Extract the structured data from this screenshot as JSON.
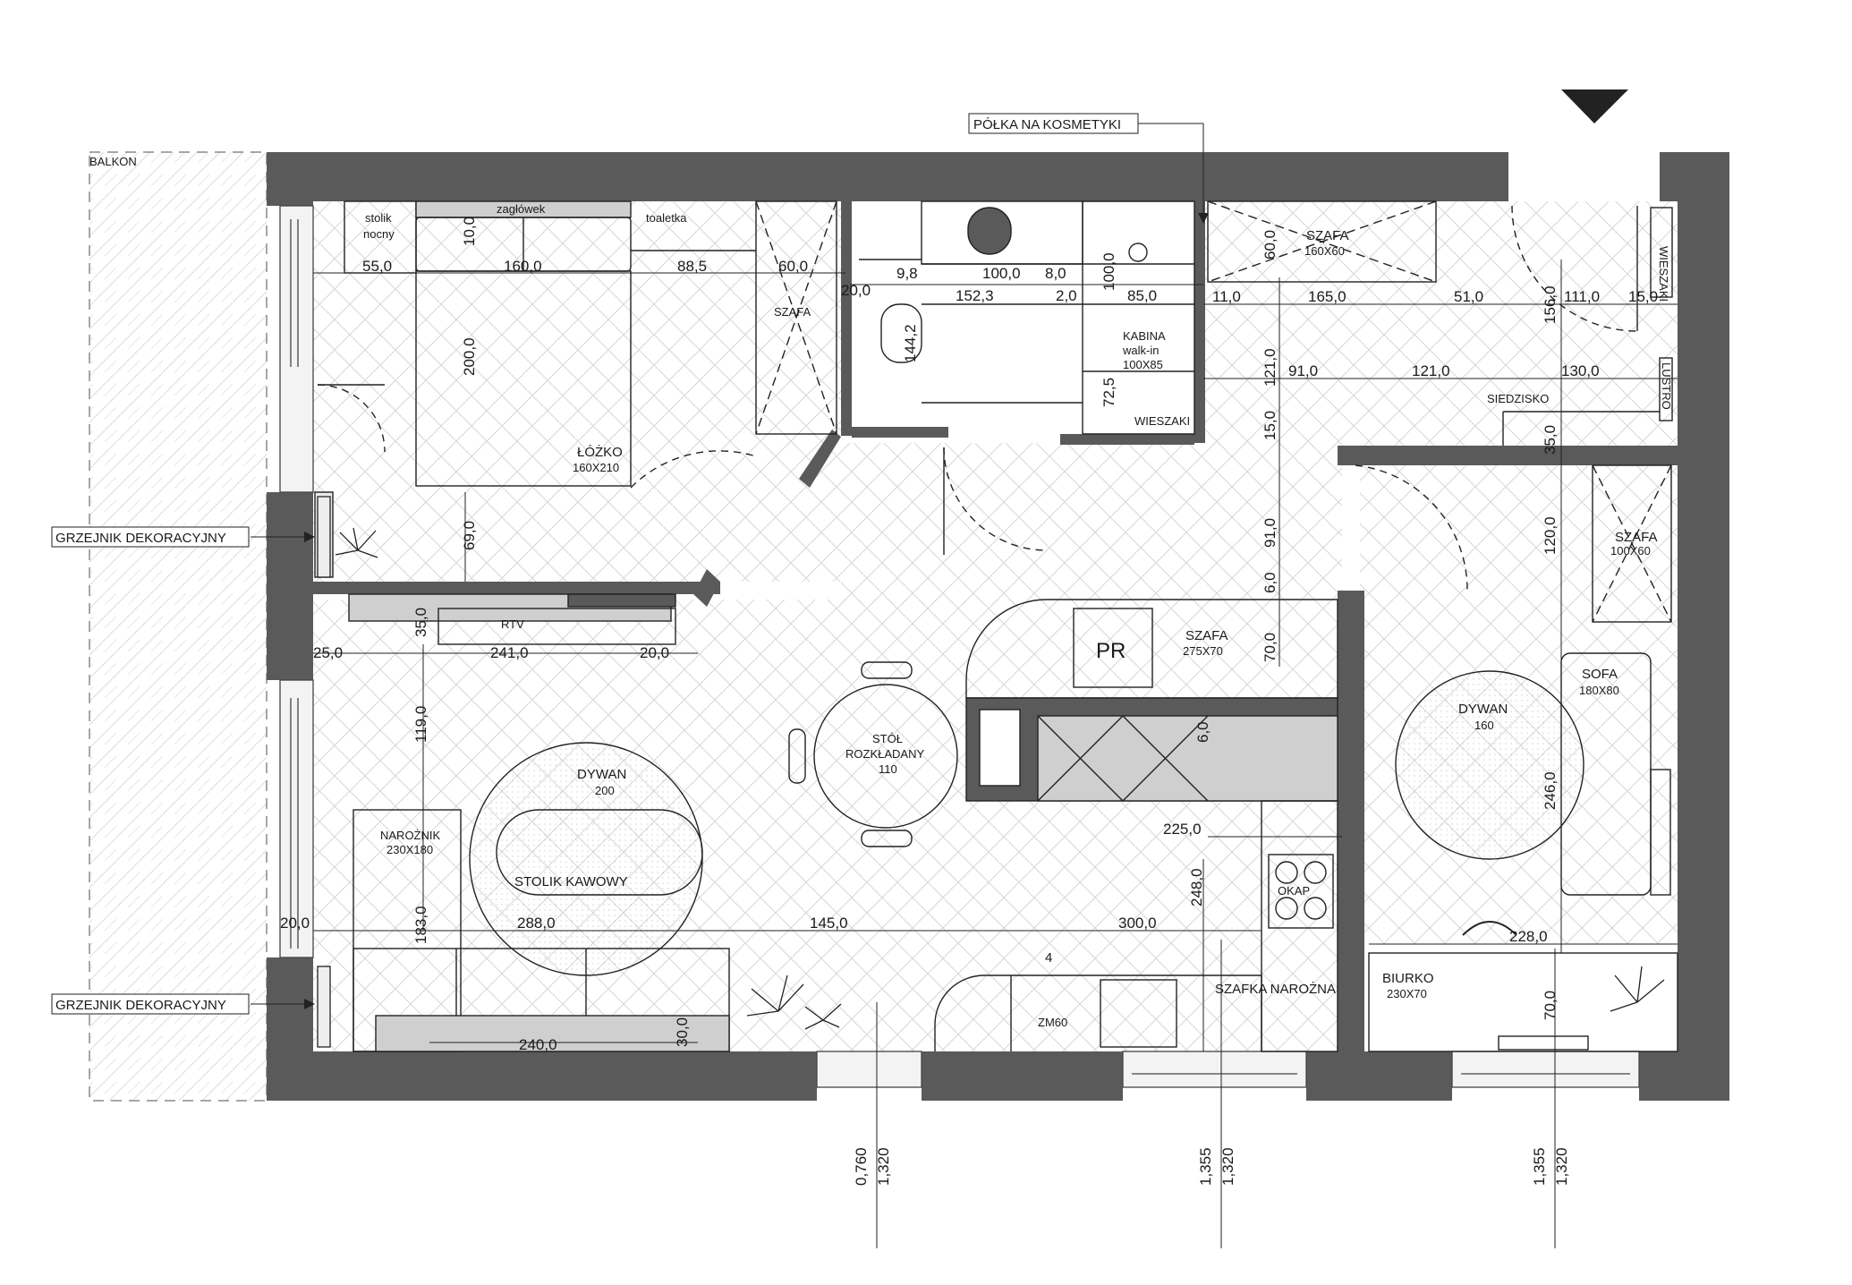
{
  "colors": {
    "wall": "#5a5a5a",
    "furniture_fill": "#cfcfcf",
    "window": "#e8e8e8",
    "line": "#222222"
  },
  "icons": {
    "north": "north-arrow-icon",
    "plant": "plant-icon"
  },
  "labels": {
    "balkon": "BALKON",
    "polka": "PÓŁKA NA KOSMETYKI",
    "grzejnik_top": "GRZEJNIK DEKORACYJNY",
    "grzejnik_bottom": "GRZEJNIK DEKORACYJNY",
    "stolik_nocny_1": "stolik",
    "stolik_nocny_2": "nocny",
    "zaglowek": "zagłówek",
    "toaletka": "toaletka",
    "szafa_bedroom": "SZAFA",
    "lozko_1": "ŁÓŻKO",
    "lozko_2": "160X210",
    "kabina_1": "KABINA",
    "kabina_2": "walk-in",
    "kabina_3": "100X85",
    "wieszaki_bath": "WIESZAKI",
    "szafa_hall_1": "SZAFA",
    "szafa_hall_2": "160X60",
    "wieszaki_hall": "WIESZAKI",
    "lustro": "LUSTRO",
    "siedzisko": "SIEDZISKO",
    "szafa_r_1": "SZAFA",
    "szafa_r_2": "100X60",
    "rtv": "RTV",
    "pr": "PR",
    "szafa_k_1": "SZAFA",
    "szafa_k_2": "275X70",
    "stol_1": "STÓŁ",
    "stol_2": "ROZKŁADANY",
    "stol_3": "110",
    "dywan_l_1": "DYWAN",
    "dywan_l_2": "200",
    "naroznik_1": "NAROŻNIK",
    "naroznik_2": "230X180",
    "stolik_kawowy": "STOLIK KAWOWY",
    "okap": "OKAP",
    "zm60": "ZM60",
    "szafka_narozna": "SZAFKA NAROŻNA",
    "dywan_r_1": "DYWAN",
    "dywan_r_2": "160",
    "sofa_1": "SOFA",
    "sofa_2": "180X80",
    "biurko_1": "BIURKO",
    "biurko_2": "230X70",
    "room_number": "4"
  },
  "dims": {
    "d55": "55,0",
    "d160": "160,0",
    "d885": "88,5",
    "d60a": "60,0",
    "d10": "10,0",
    "d200": "200,0",
    "d69": "69,0",
    "d98": "9,8",
    "d100a": "100,0",
    "d8": "8,0",
    "d100b": "100,0",
    "d20a": "20,0",
    "d1523": "152,3",
    "d2": "2,0",
    "d85": "85,0",
    "d1442": "144,2",
    "d725": "72,5",
    "d60b": "60,0",
    "d11": "11,0",
    "d165": "165,0",
    "d51": "51,0",
    "d111": "111,0",
    "d15a": "15,0",
    "d156": "156,0",
    "d121a": "121,0",
    "d91a": "91,0",
    "d121b": "121,0",
    "d130": "130,0",
    "d15b": "15,0",
    "d35a": "35,0",
    "d91b": "91,0",
    "d6a": "6,0",
    "d120": "120,0",
    "d70a": "70,0",
    "d35b": "35,0",
    "d25": "25,0",
    "d241": "241,0",
    "d20b": "20,0",
    "d119": "119,0",
    "d6b": "6,0",
    "d225": "225,0",
    "d248": "248,0",
    "d246": "246,0",
    "d20c": "20,0",
    "d288": "288,0",
    "d145": "145,0",
    "d300": "300,0",
    "d183": "183,0",
    "d228": "228,0",
    "d240": "240,0",
    "d30": "30,0",
    "d70b": "70,0"
  },
  "sills": {
    "s1a": "0,760",
    "s1b": "1,320",
    "s2a": "1,355",
    "s2b": "1,320",
    "s3a": "1,355",
    "s3b": "1,320"
  }
}
